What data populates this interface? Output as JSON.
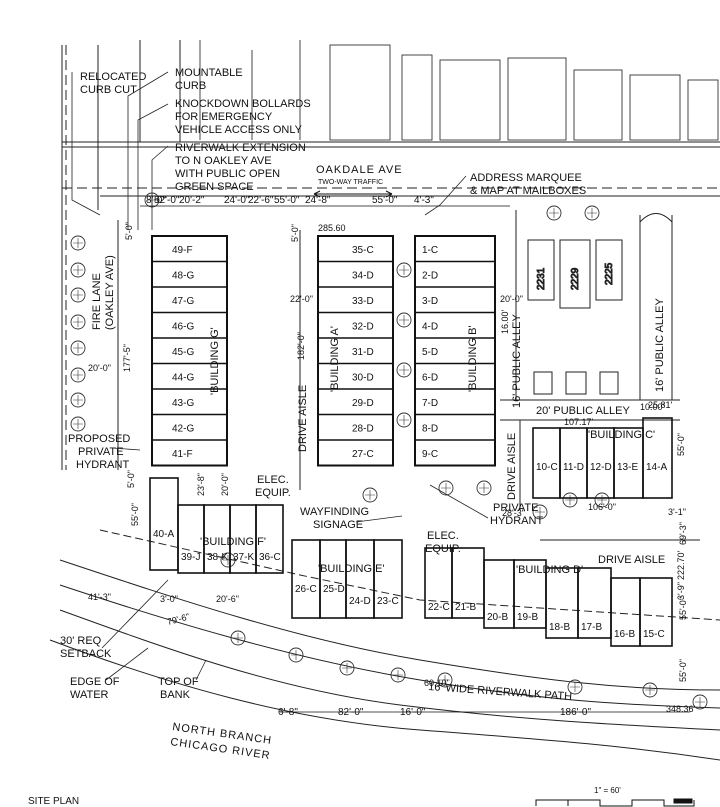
{
  "notes": {
    "relocated_curb_cut": [
      "RELOCATED",
      "CURB CUT"
    ],
    "mountable_curb": [
      "MOUNTABLE",
      "CURB"
    ],
    "knockdown_bollards": [
      "KNOCKDOWN BOLLARDS",
      "FOR EMERGENCY",
      "VEHICLE ACCESS ONLY"
    ],
    "riverwalk_extension": [
      "RIVERWALK EXTENSION",
      "TO N OAKLEY AVE",
      "WITH PUBLIC OPEN",
      "GREEN SPACE"
    ],
    "address_marquee": [
      "ADDRESS MARQUEE",
      "& MAP AT MAILBOXES"
    ],
    "proposed_hydrant": [
      "PROPOSED",
      "PRIVATE",
      "HYDRANT"
    ],
    "private_hydrant": [
      "PRIVATE",
      "HYDRANT"
    ],
    "elec_equip_1": [
      "ELEC.",
      "EQUIP."
    ],
    "elec_equip_2": [
      "ELEC.",
      "EQUIP."
    ],
    "wayfinding": [
      "WAYFINDING",
      "SIGNAGE"
    ],
    "setback": [
      "30' REQ",
      "SETBACK"
    ],
    "edge_of_water": [
      "EDGE OF",
      "WATER"
    ],
    "top_of_bank": [
      "TOP OF",
      "BANK"
    ]
  },
  "streets": {
    "oakdale": "OAKDALE AVE",
    "two_way": "TWO-WAY TRAFFIC",
    "fire_lane": [
      "FIRE LANE",
      "(OAKLEY AVE)"
    ],
    "drive_aisle_1": "DRIVE AISLE",
    "drive_aisle_2": "DRIVE AISLE",
    "drive_aisle_3": "DRIVE AISLE",
    "public_alley_1": "16' PUBLIC ALLEY",
    "public_alley_2": "16' PUBLIC ALLEY",
    "public_alley_3": "20' PUBLIC ALLEY",
    "riverwalk_path": "16' WIDE RIVERWALK PATH",
    "river": [
      "NORTH BRANCH",
      "CHICAGO RIVER"
    ]
  },
  "buildings": {
    "G": {
      "name": "'BUILDING G'",
      "units": [
        "49-F",
        "48-G",
        "47-G",
        "46-G",
        "45-G",
        "44-G",
        "43-G",
        "42-G",
        "41-F"
      ]
    },
    "A": {
      "name": "'BUILDING A'",
      "units": [
        "35-C",
        "34-D",
        "33-D",
        "32-D",
        "31-D",
        "30-D",
        "29-D",
        "28-D",
        "27-C"
      ]
    },
    "B": {
      "name": "'BUILDING B'",
      "units": [
        "1-C",
        "2-D",
        "3-D",
        "4-D",
        "5-D",
        "6-D",
        "7-D",
        "8-D",
        "9-C"
      ]
    },
    "C": {
      "name": "'BUILDING C'",
      "units": [
        "10-C",
        "11-D",
        "12-D",
        "13-E",
        "14-A"
      ]
    },
    "F": {
      "name": "'BUILDING F'",
      "units": [
        "40-A",
        "39-J",
        "38-K",
        "37-K",
        "36-C"
      ]
    },
    "E": {
      "name": "'BUILDING E'",
      "units": [
        "26-C",
        "25-D",
        "24-D",
        "23-C"
      ]
    },
    "D": {
      "name": "'BUILDING D'",
      "units": [
        "22-C",
        "21-B",
        "20-B",
        "19-B",
        "18-B",
        "17-B",
        "16-B",
        "15-C"
      ]
    }
  },
  "existing": [
    "2231",
    "2229",
    "2225"
  ],
  "dimensions": {
    "top": [
      "8'-0\"",
      "52'-0\"",
      "20'-2\"",
      "24'-0\"",
      "22'-6\"",
      "55'-0\"",
      "24'-8\"",
      "55'-0\"",
      "4'-3\""
    ],
    "small": [
      "5'-0\"",
      "5'-0\"",
      "285.60",
      "22'-0\"",
      "20'-0\"",
      "20'-0\"",
      "177'-5\"",
      "182'-0\"",
      "16.00'",
      "10.00'",
      "25.81'",
      "107.17'",
      "5'-0\"",
      "55'-0\"",
      "23'-8\"",
      "20'-0\"",
      "55'-0\"",
      "28'-3\"",
      "106'-0\"",
      "3'-1\"",
      "69'-3\"",
      "55'-0\"",
      "222.70'",
      "55'-0\"",
      "41'-3\"",
      "3'-0\"",
      "20'-6\"",
      "79'-6\"",
      "60.10'",
      "348.36'",
      "3'-9\""
    ],
    "bottom": [
      "6'-8\"",
      "82'-0\"",
      "16'-0\"",
      "186'-0\""
    ]
  },
  "legend": {
    "title": "SITE PLAN",
    "scale": "1\" = 60'"
  }
}
